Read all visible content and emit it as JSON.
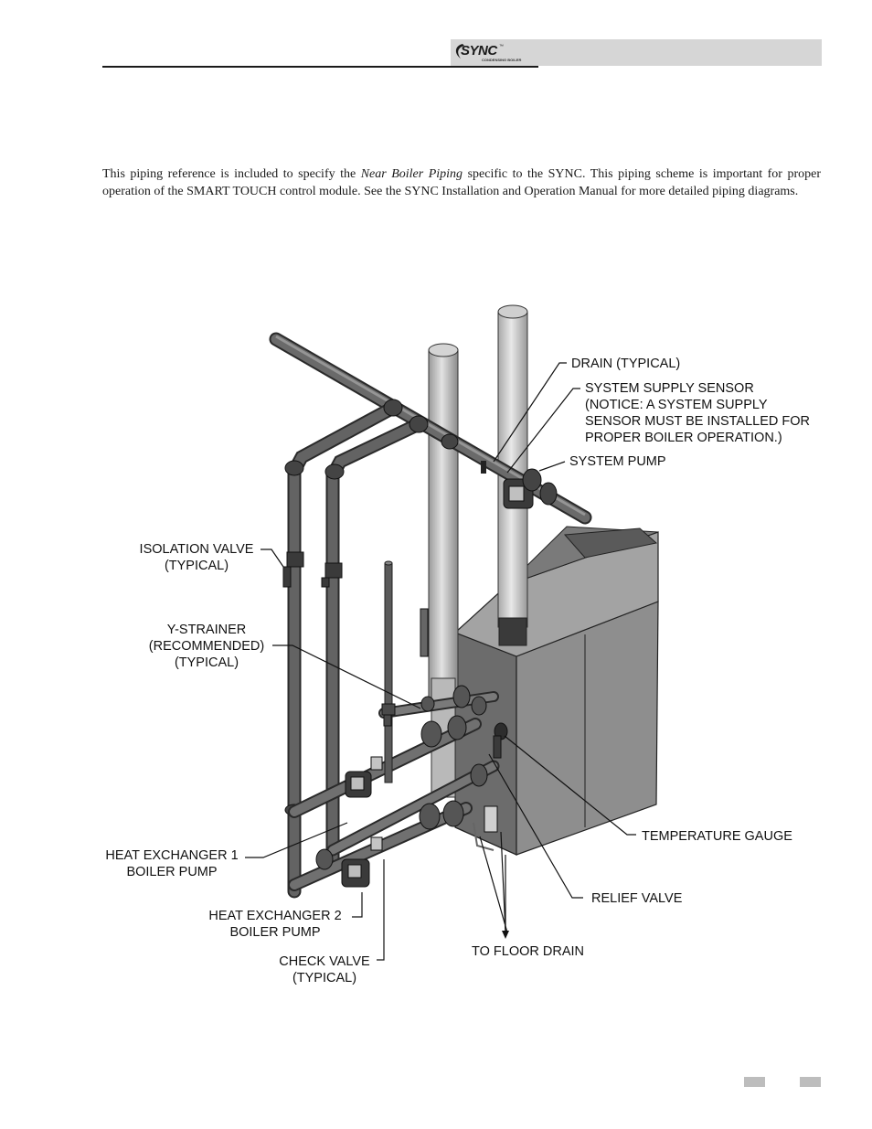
{
  "header": {
    "brand": "SYNC",
    "brand_tm": "™",
    "brand_sub": "CONDENSING BOILER"
  },
  "intro": {
    "before": "This piping reference is included to specify the ",
    "emphasis": "Near Boiler Piping",
    "after": " specific to the SYNC.  This piping scheme is important for proper operation of the SMART TOUCH control module.  See the SYNC Installation and Operation Manual for more detailed piping diagrams."
  },
  "labels": {
    "drain": "DRAIN (TYPICAL)",
    "sensor_1": "SYSTEM SUPPLY SENSOR",
    "sensor_2": "(NOTICE:  A SYSTEM SUPPLY",
    "sensor_3": "SENSOR MUST BE INSTALLED FOR",
    "sensor_4": "PROPER BOILER OPERATION.)",
    "system_pump": "SYSTEM PUMP",
    "isolation_1": "ISOLATION VALVE",
    "isolation_2": "(TYPICAL)",
    "ystrainer_1": "Y-STRAINER",
    "ystrainer_2": "(RECOMMENDED)",
    "ystrainer_3": "(TYPICAL)",
    "temp_gauge": "TEMPERATURE GAUGE",
    "hx1_1": "HEAT EXCHANGER 1",
    "hx1_2": "BOILER PUMP",
    "relief_valve": "RELIEF VALVE",
    "hx2_1": "HEAT EXCHANGER 2",
    "hx2_2": "BOILER PUMP",
    "floor_drain": "TO FLOOR DRAIN",
    "check_1": "CHECK VALVE",
    "check_2": "(TYPICAL)"
  },
  "colors": {
    "pipe_dark": "#505050",
    "pipe_light": "#c8c8c8",
    "boiler_body": "#8c8c8c",
    "header_bar": "#d6d6d6"
  }
}
